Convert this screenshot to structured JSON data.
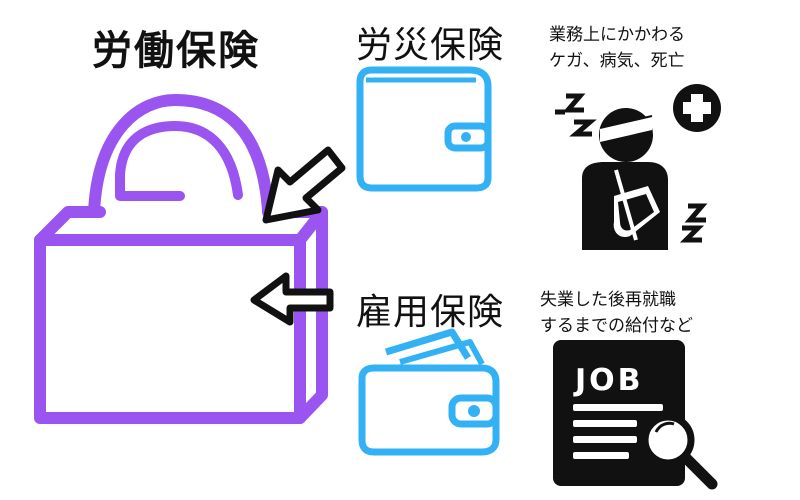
{
  "main_title": "労働保険",
  "rousai": {
    "title": "労災保険",
    "desc_line1": "業務上にかかわる",
    "desc_line2": "ケガ、病気、死亡"
  },
  "koyou": {
    "title": "雇用保険",
    "desc_line1": "失業した後再就職",
    "desc_line2": "するまでの給付など",
    "job_label": "JOB"
  },
  "colors": {
    "bag": "#9a55f0",
    "wallet": "#33b1f5",
    "ink": "#111111"
  }
}
